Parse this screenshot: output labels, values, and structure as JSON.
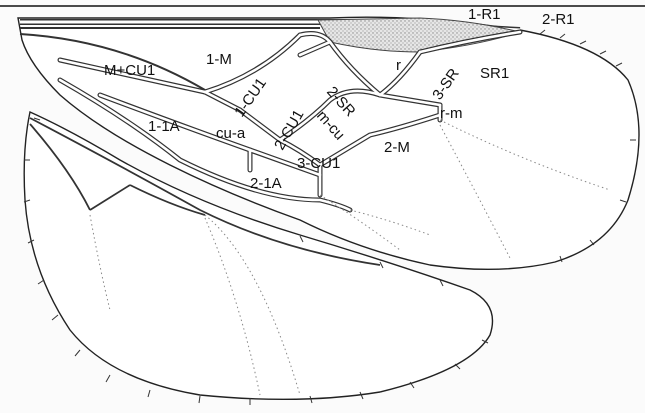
{
  "figure": {
    "type": "hymenoptera wing venation diagram",
    "colors": {
      "background": "#fbfbfb",
      "outline": "#222222",
      "vein_fill": "#ffffff",
      "vein_edge": "#333333",
      "stigma": "#d6d6d6",
      "label": "#111111"
    },
    "labels": {
      "r1_1": "1-R1",
      "r1_2": "2-R1",
      "m_1": "1-M",
      "m_cu1": "M+CU1",
      "cu1_1": "1-CU1",
      "r": "r",
      "sr_3": "3-SR",
      "sr1": "SR1",
      "sr_2": "2-SR",
      "cu1_2": "2-CU1",
      "m_cu": "m-cu",
      "a_1_1": "1-1A",
      "cu_a": "cu-a",
      "r_m": "r-m",
      "m_2": "2-M",
      "cu1_3": "3-CU1",
      "a_2_1": "2-1A"
    }
  }
}
